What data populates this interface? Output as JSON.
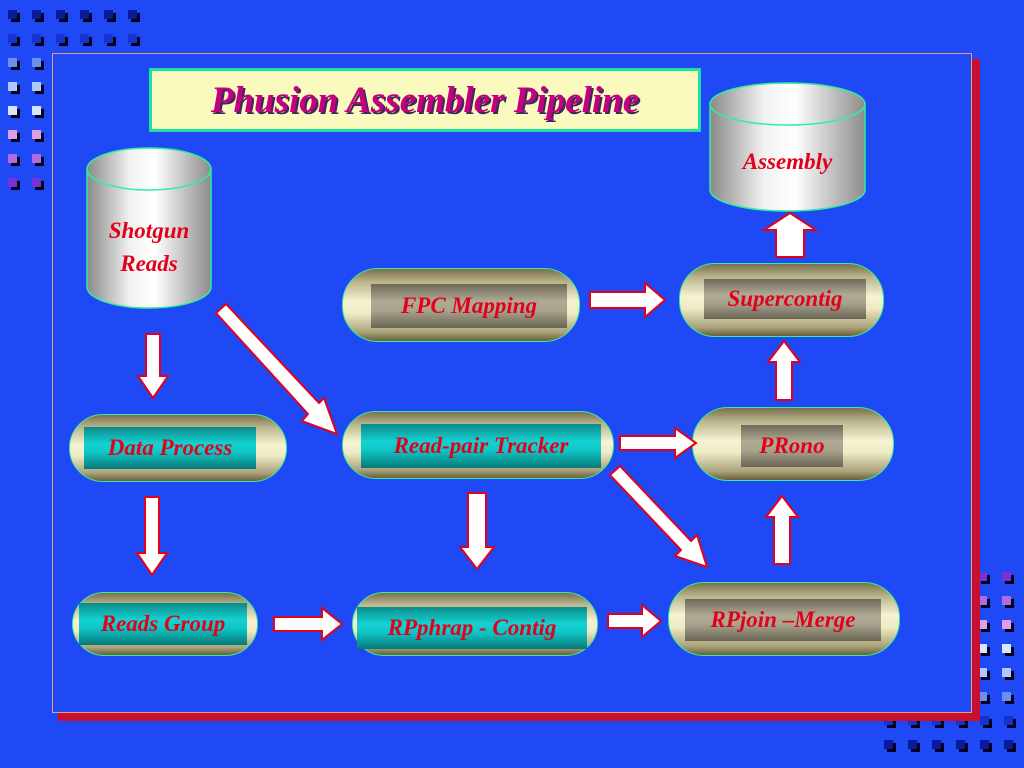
{
  "title": "Phusion Assembler Pipeline",
  "nodes": {
    "shotgun_reads": [
      "Shotgun",
      "Reads"
    ],
    "assembly": "Assembly",
    "fpc_mapping": "FPC Mapping",
    "supercontig": "Supercontig",
    "data_process": "Data Process",
    "read_pair_tracker": "Read-pair Tracker",
    "prono": "PRono",
    "reads_group": "Reads Group",
    "rpphrap_contig": "RPphrap - Contig",
    "rpjoin_merge": "RPjoin –Merge"
  },
  "colors": {
    "background": "#1e49f4",
    "node_text": "#e3001b",
    "title_text": "#c4007e",
    "frame_shadow": "#c8102e",
    "arrow_fill": "#ffffff",
    "arrow_outline": "#e3001b"
  }
}
